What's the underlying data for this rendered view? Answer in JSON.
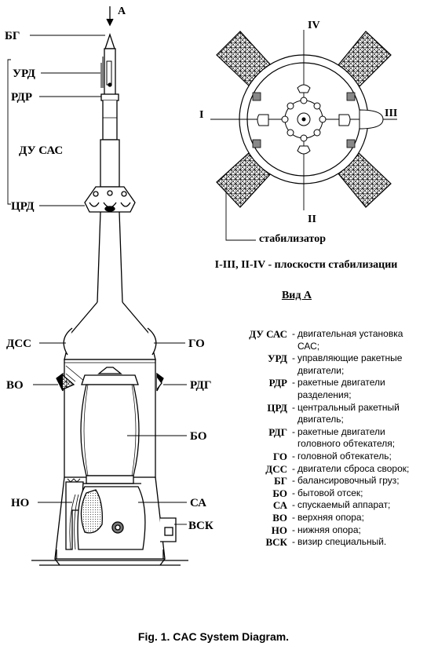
{
  "labels": {
    "view_arrow": "А",
    "bg": "БГ",
    "urd": "УРД",
    "rdr": "РДР",
    "du_sas": "ДУ САС",
    "crd": "ЦРД",
    "dss": "ДСС",
    "go": "ГО",
    "vo": "ВО",
    "rdg": "РДГ",
    "bo": "БО",
    "no": "НО",
    "sa": "СА",
    "vsk": "ВСК"
  },
  "view_a": {
    "roman": {
      "i": "I",
      "ii": "II",
      "iii": "III",
      "iv": "IV"
    },
    "stabilizer_label": "стабилизатор",
    "planes_caption": "I-III, II-IV - плоскости  стабилизации",
    "title": "Вид А"
  },
  "legend": [
    {
      "key": "ДУ САС",
      "value": "двигательная установка САС;"
    },
    {
      "key": "УРД",
      "value": "управляющие ракетные двигатели;"
    },
    {
      "key": "РДР",
      "value": "ракетные двигатели разделения;"
    },
    {
      "key": "ЦРД",
      "value": "центральный ракетный двигатель;"
    },
    {
      "key": "РДГ",
      "value": "ракетные двигатели головного обтекателя;"
    },
    {
      "key": "ГО",
      "value": "головной обтекатель;"
    },
    {
      "key": "ДСС",
      "value": "двигатели сброса сворок;"
    },
    {
      "key": "БГ",
      "value": "балансировочный груз;"
    },
    {
      "key": "БО",
      "value": "бытовой отсек;"
    },
    {
      "key": "СА",
      "value": "спускаемый аппарат;"
    },
    {
      "key": "ВО",
      "value": "верхняя опора;"
    },
    {
      "key": "НО",
      "value": "нижняя опора;"
    },
    {
      "key": "ВСК",
      "value": "визир специальный."
    }
  ],
  "caption": "Fig. 1.  CAC System Diagram."
}
